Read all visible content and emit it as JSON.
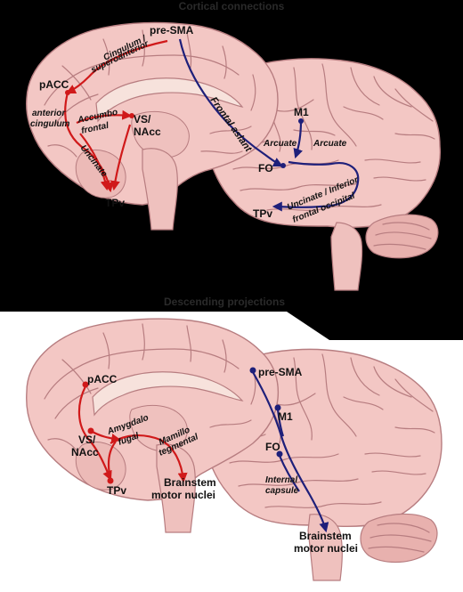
{
  "panels": {
    "top": {
      "title": "Cortical connections",
      "regions": {
        "pre_sma": "pre-SMA",
        "pacc": "pACC",
        "vs_nacc_1": "VS/",
        "vs_nacc_2": "NAcc",
        "tpv_left": "TPv",
        "m1": "M1",
        "fo": "FO",
        "tpv_right": "TPv"
      },
      "tracts": {
        "cingulum_1": "Cingulum /",
        "cingulum_2": "superoanterior",
        "anterior_cingulum_1": "anterior",
        "anterior_cingulum_2": "cingulum",
        "accumbo_1": "Accumbo",
        "accumbo_2": "frontal",
        "uncinate": "Uncinate",
        "frontal_aslant": "Frontal aslant",
        "arcuate_left": "Arcuate",
        "arcuate_right": "Arcuate",
        "uncinate_iff_1": "Uncinate / Inferior",
        "uncinate_iff_2": "frontal occipital"
      }
    },
    "bottom": {
      "title": "Descending projections",
      "regions": {
        "pacc": "pACC",
        "vs_nacc_1": "VS/",
        "vs_nacc_2": "NAcc",
        "tpv": "TPv",
        "brainstem_left_1": "Brainstem",
        "brainstem_left_2": "motor nuclei",
        "pre_sma": "pre-SMA",
        "m1": "M1",
        "fo": "FO",
        "brainstem_right_1": "Brainstem",
        "brainstem_right_2": "motor nuclei"
      },
      "tracts": {
        "amygdalo_1": "Amygdalo",
        "amygdalo_2": "fugal",
        "mamillo_1": "Mamillo",
        "mamillo_2": "tegmental",
        "internal_capsule_1": "Internal",
        "internal_capsule_2": "capsule"
      }
    }
  },
  "colors": {
    "background": "#000000",
    "bottom_panel": "#ffffff",
    "brain_fill": "#f3c7c4",
    "brain_shade": "#e8b1ae",
    "brain_outline": "#b77d80",
    "midline_tissue": "#f7e2dc",
    "red_tract": "#d0191a",
    "blue_tract": "#1e1f7a"
  }
}
